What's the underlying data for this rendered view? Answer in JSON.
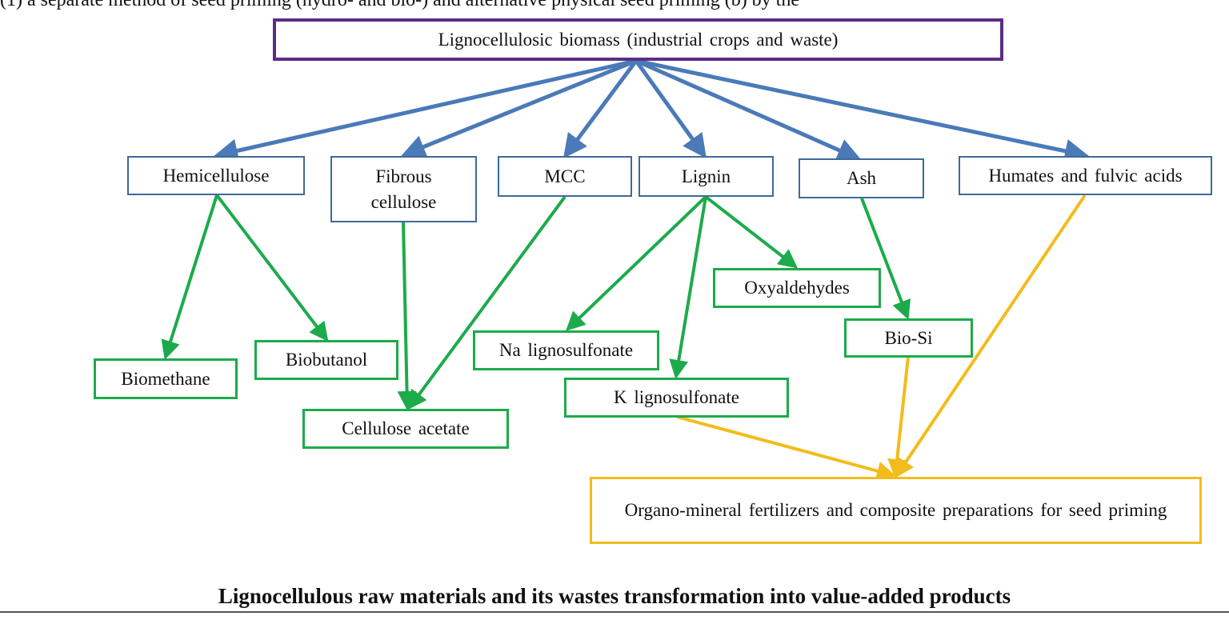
{
  "top_text": "(1) a separate method of seed priming (hydro- and bio-) and alternative physical seed priming (b) by the",
  "nodes": {
    "root": "Lignocellulosic biomass (industrial crops and waste)",
    "hemicellulose": "Hemicellulose",
    "fibrous_cellulose": "Fibrous cellulose",
    "mcc": "MCC",
    "lignin": "Lignin",
    "ash": "Ash",
    "humates": "Humates and fulvic acids",
    "biomethane": "Biomethane",
    "biobutanol": "Biobutanol",
    "cellulose_acetate": "Cellulose acetate",
    "na_lignosulfonate": "Na lignosulfonate",
    "oxyaldehydes": "Oxyaldehydes",
    "k_lignosulfonate": "K lignosulfonate",
    "bio_si": "Bio-Si",
    "fertilizers": "Organo-mineral fertilizers and composite preparations for seed priming"
  },
  "caption": "Lignocellulous raw materials and its wastes transformation into value-added products",
  "colors": {
    "root_border": "#5b2d86",
    "level1": "#4a7ab8",
    "level2": "#1cab4b",
    "level3": "#f2bc1a"
  }
}
